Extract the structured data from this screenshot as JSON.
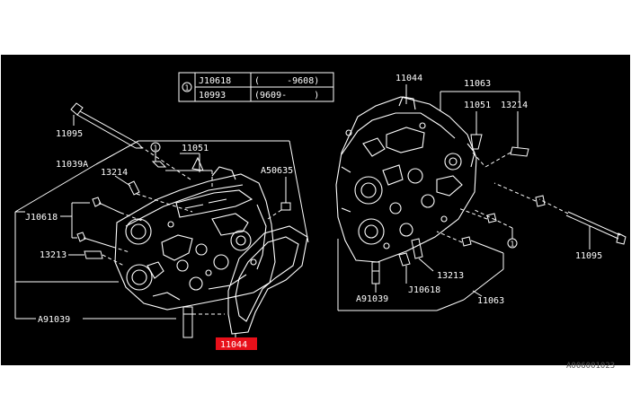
{
  "colors": {
    "background": "#000000",
    "border": "#ffffff",
    "ink": "#ffffff",
    "highlight": "#e8101a"
  },
  "legend_table": {
    "marker": "1",
    "rows": [
      {
        "part": "J10618",
        "range": "(     -9608)"
      },
      {
        "part": "10993",
        "range": "(9609-     )"
      }
    ]
  },
  "left_view": {
    "labels": {
      "bolt_top": "11095",
      "gasket_note": "11039A",
      "bolt_13214": "13214",
      "stud_11051": "11051",
      "plug_a50635": "A50635",
      "bolt_j10618": "J10618",
      "bolt_13213": "13213",
      "pin_a91039": "A91039",
      "head_11044": "11044"
    },
    "circle_marker": "1"
  },
  "right_view": {
    "labels": {
      "head_11044": "11044",
      "group_11063_top": "11063",
      "stud_11051": "11051",
      "bolt_13214": "13214",
      "bolt_11095": "11095",
      "bolt_13213": "13213",
      "bolt_j10618": "J10618",
      "pin_a91039": "A91039",
      "group_11063_bottom": "11063"
    },
    "circle_marker": "1"
  },
  "footer": {
    "code": "A006001023"
  }
}
